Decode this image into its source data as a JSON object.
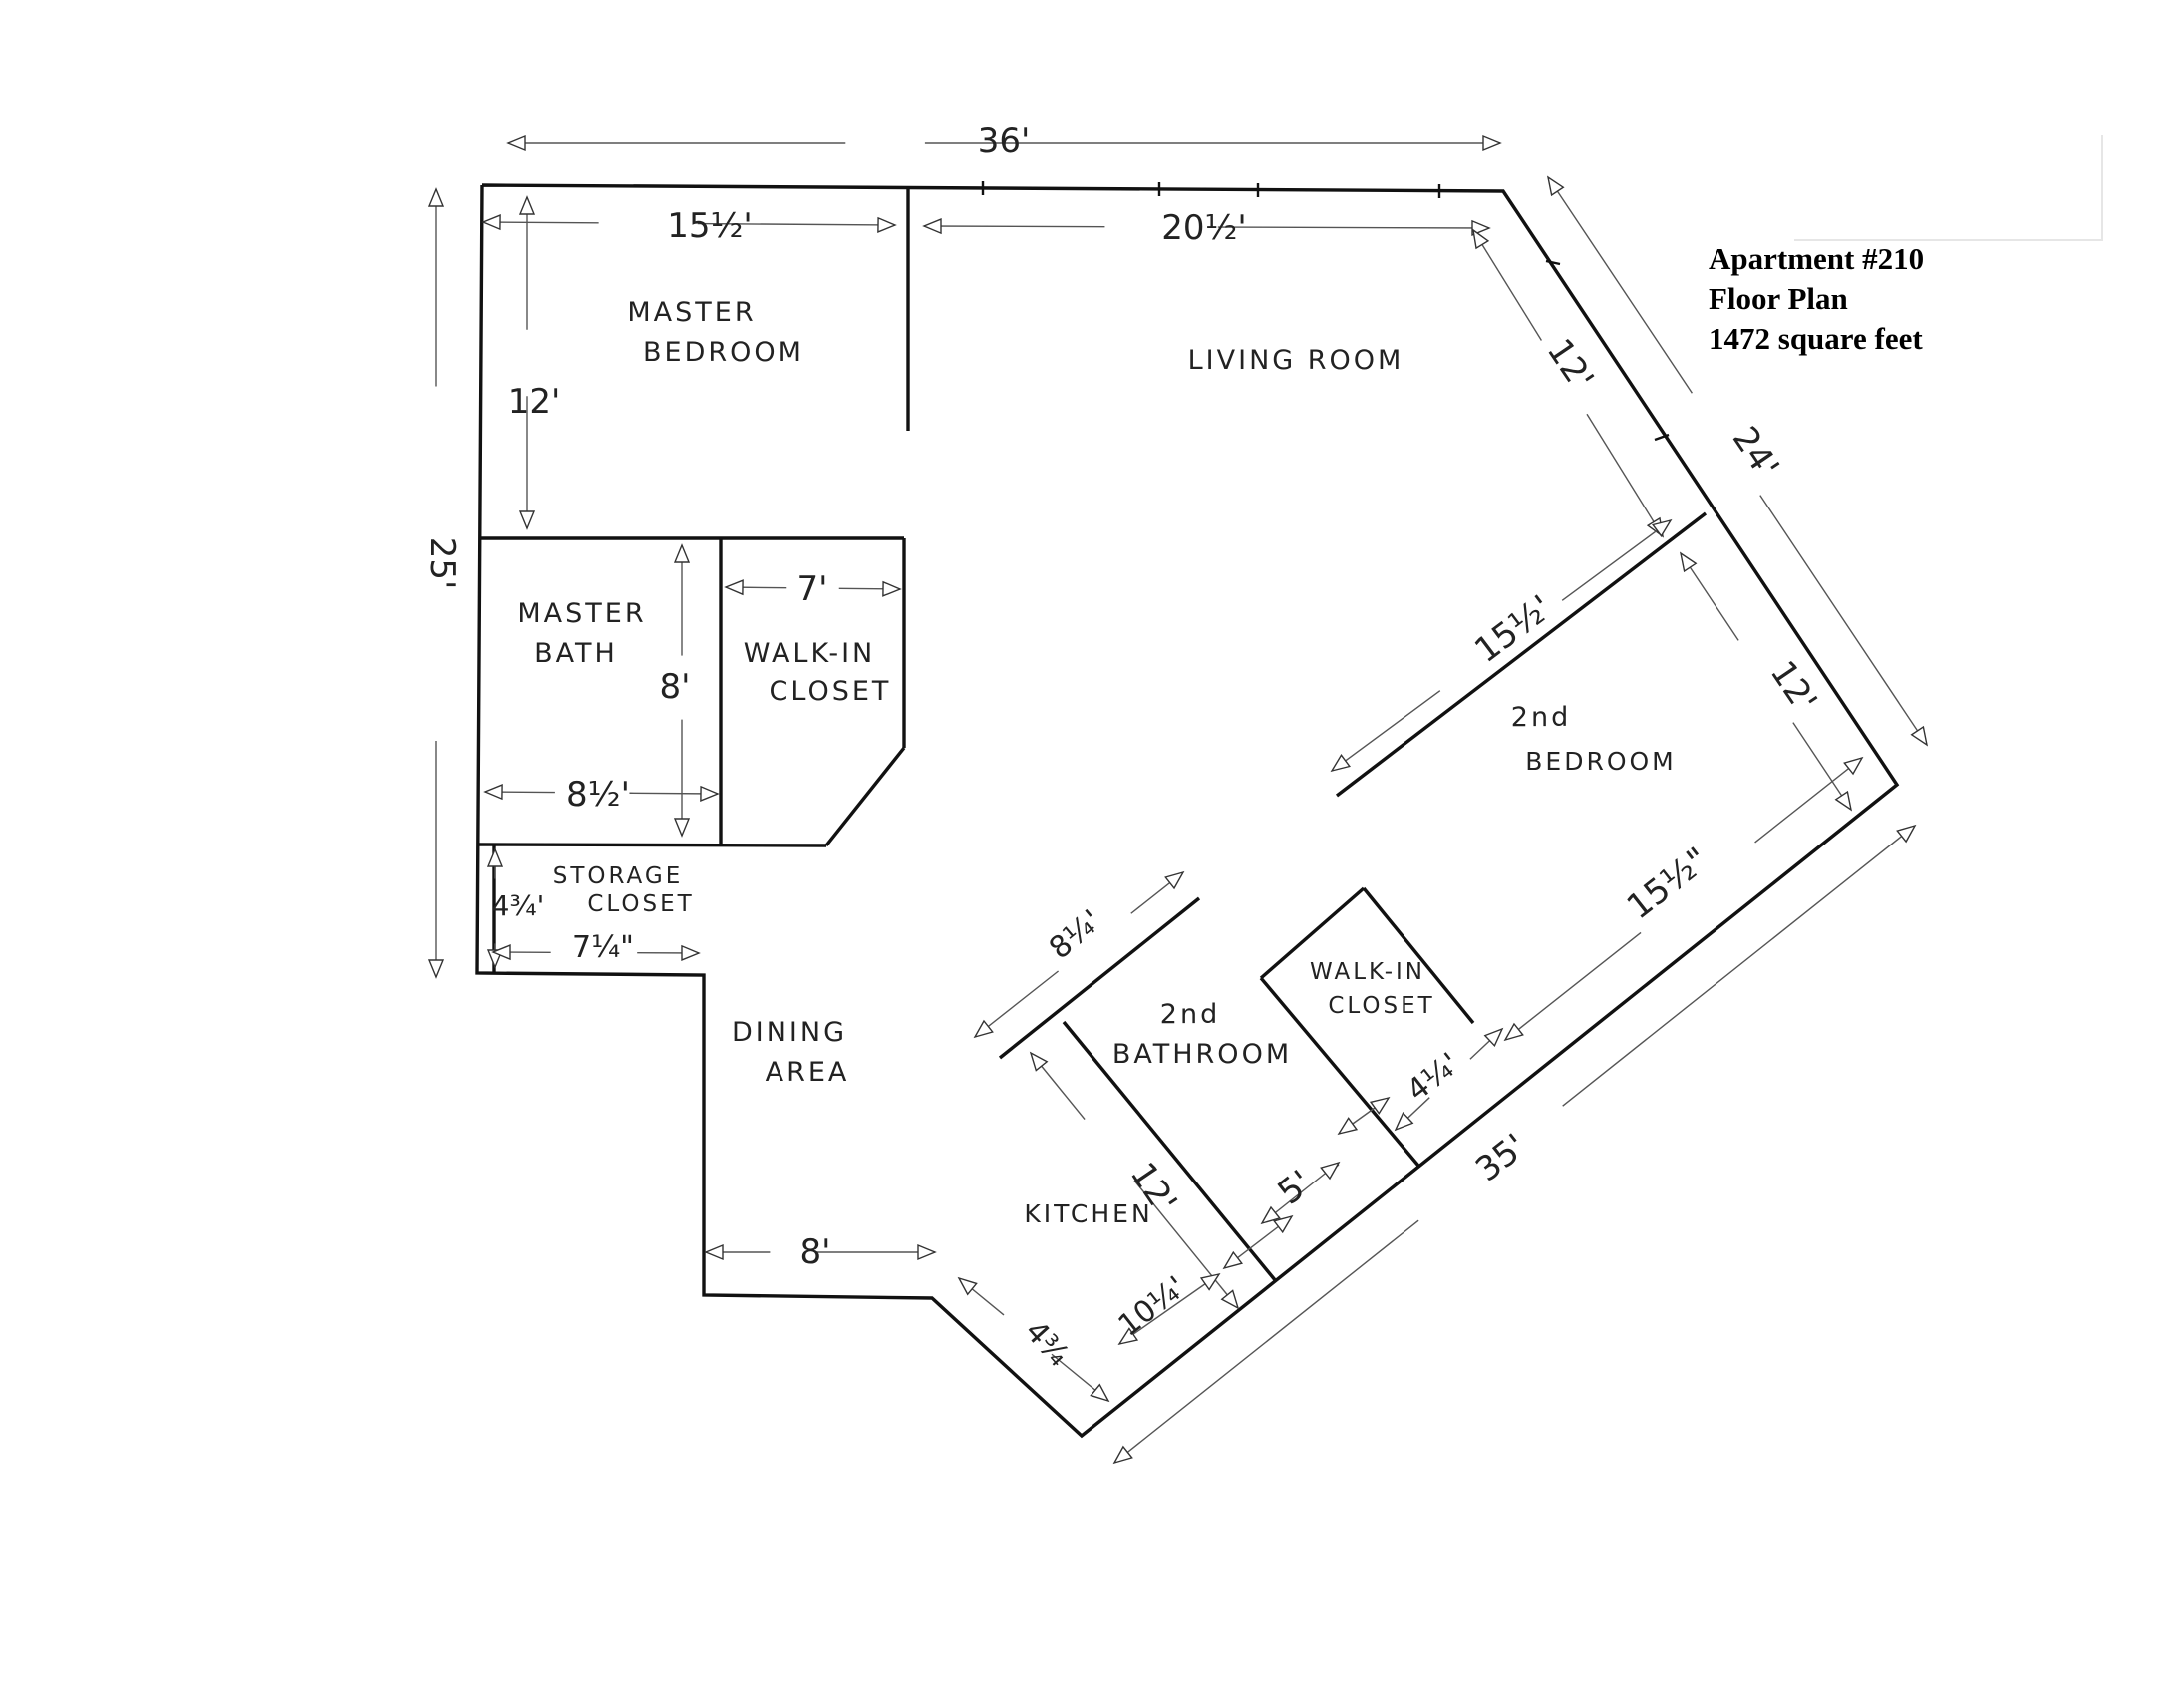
{
  "title_block": {
    "apartment": "Apartment #210",
    "plan_type": "Floor Plan",
    "area": "1472 square feet"
  },
  "rooms": {
    "master_bedroom": [
      "MASTER",
      "BEDROOM"
    ],
    "living_room": "LIVING ROOM",
    "master_bath": [
      "MASTER",
      "BATH"
    ],
    "walk_in_closet_master": [
      "WALK-IN",
      "CLOSET"
    ],
    "storage_closet": [
      "STORAGE",
      "CLOSET"
    ],
    "second_bedroom": [
      "2nd",
      "BEDROOM"
    ],
    "dining_area": [
      "DINING",
      "AREA"
    ],
    "second_bathroom": [
      "2nd",
      "BATHROOM"
    ],
    "walk_in_closet_second": [
      "WALK-IN",
      "CLOSET"
    ],
    "kitchen": "KITCHEN"
  },
  "dimensions": {
    "overall_width": "36'",
    "overall_height": "25'",
    "diagonal_right": "24'",
    "diagonal_bottom": "35'",
    "master_bedroom_width": "15½'",
    "master_bedroom_depth": "12'",
    "living_room_width": "20½'",
    "living_room_diag": "12'",
    "living_partition": "15½'",
    "walk_in_closet_width": "7'",
    "master_bath_depth": "8'",
    "master_bath_width": "8½'",
    "storage_depth": "4¾'",
    "storage_width": "7¼\"",
    "second_bedroom_depth": "12'",
    "second_bedroom_width": "15½\"",
    "bathroom_wall": "8¼'",
    "kitchen_depth": "12'",
    "walk_in_closet_2_width": "4¼'",
    "bathroom_width": "5'",
    "kitchen_width": "10¼'",
    "corner_wall": "4¾",
    "dining_width": "8'"
  }
}
